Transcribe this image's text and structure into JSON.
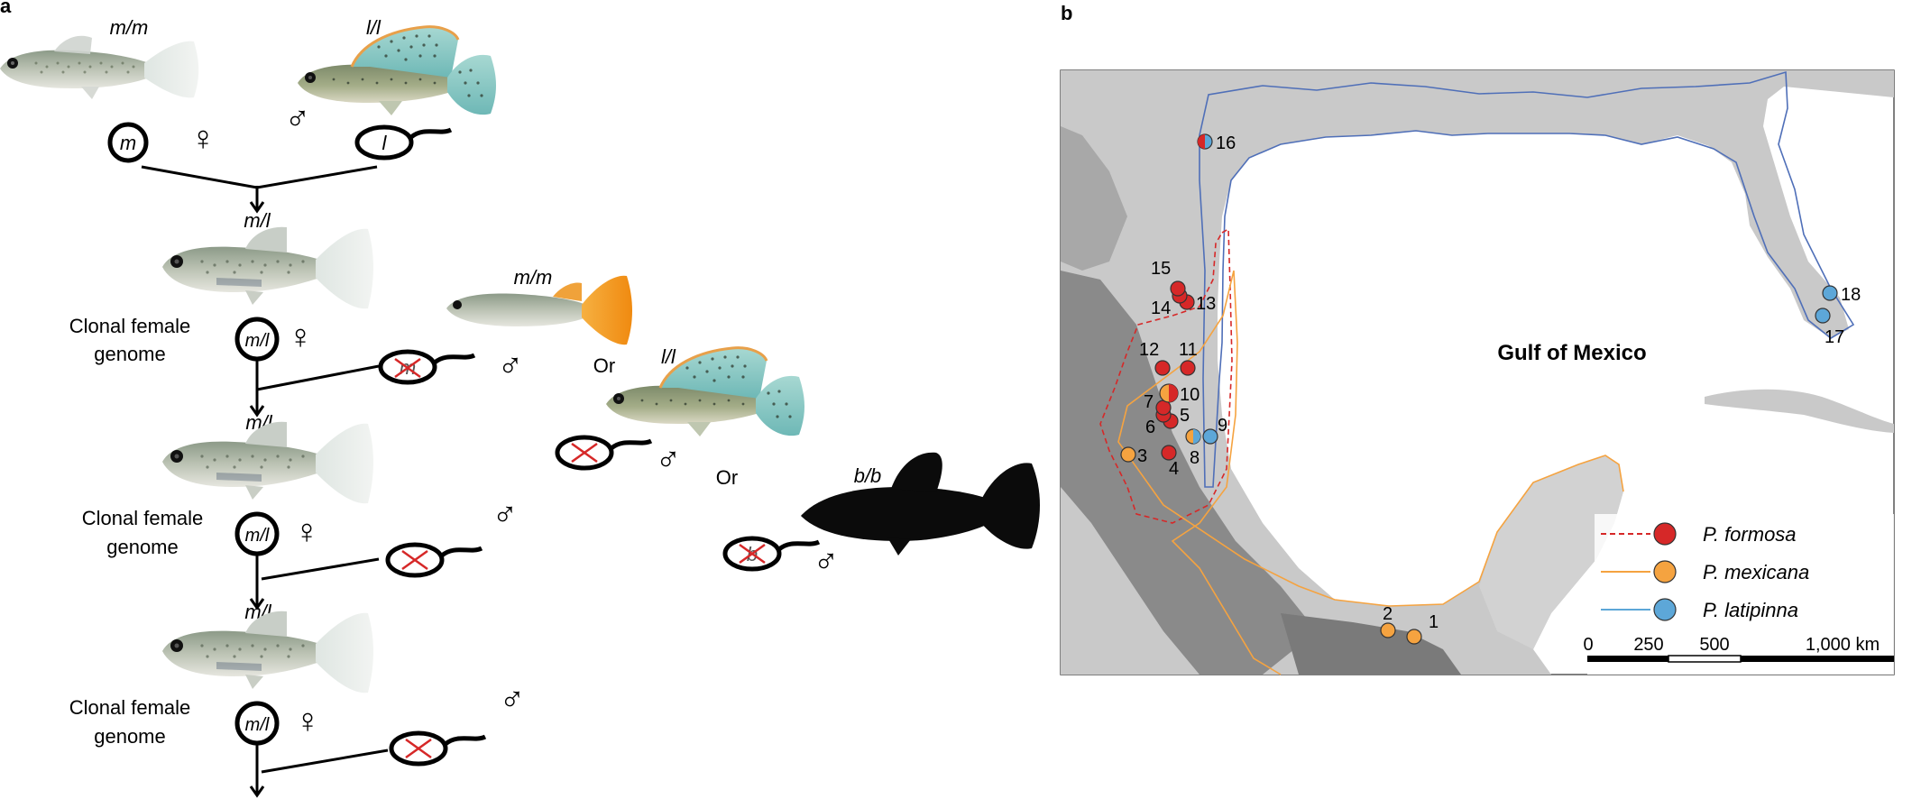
{
  "panel_a": {
    "label": "a",
    "genotypes": {
      "mm_top": "m/m",
      "ll_top": "l/l",
      "ml_gen1": "m/l",
      "mm_right": "m/m",
      "ll_right": "l/l",
      "ml_gen2": "m/l",
      "bb": "b/b",
      "ml_gen3": "m/l"
    },
    "gametes": {
      "m": "m",
      "l": "l",
      "m_sperm": "m",
      "b_sperm": "b"
    },
    "cell_labels": {
      "ml_1": "m/l",
      "ml_2": "m/l",
      "ml_3": "m/l"
    },
    "clonal_line1": "Clonal female",
    "clonal_line2": "genome",
    "or_label": "Or",
    "female_symbol": "♀",
    "male_symbol": "♂"
  },
  "panel_b": {
    "label": "b",
    "map_label": "Gulf of Mexico",
    "site_numbers": [
      "1",
      "2",
      "3",
      "4",
      "5",
      "6",
      "7",
      "8",
      "9",
      "10",
      "11",
      "12",
      "13",
      "14",
      "15",
      "16",
      "17",
      "18"
    ],
    "legend": [
      {
        "name": "P. formosa",
        "color": "#d62828"
      },
      {
        "name": "P. mexicana",
        "color": "#f5a340"
      },
      {
        "name": "P. latipinna",
        "color": "#5da7d8"
      }
    ],
    "scale": {
      "t0": "0",
      "t1": "250",
      "t2": "500",
      "t3": "1,000 km"
    },
    "colors": {
      "formosa": "#d62828",
      "mexicana": "#f5a340",
      "latipinna": "#5da7d8",
      "land": "#c9c9c9",
      "water": "#ffffff"
    }
  }
}
